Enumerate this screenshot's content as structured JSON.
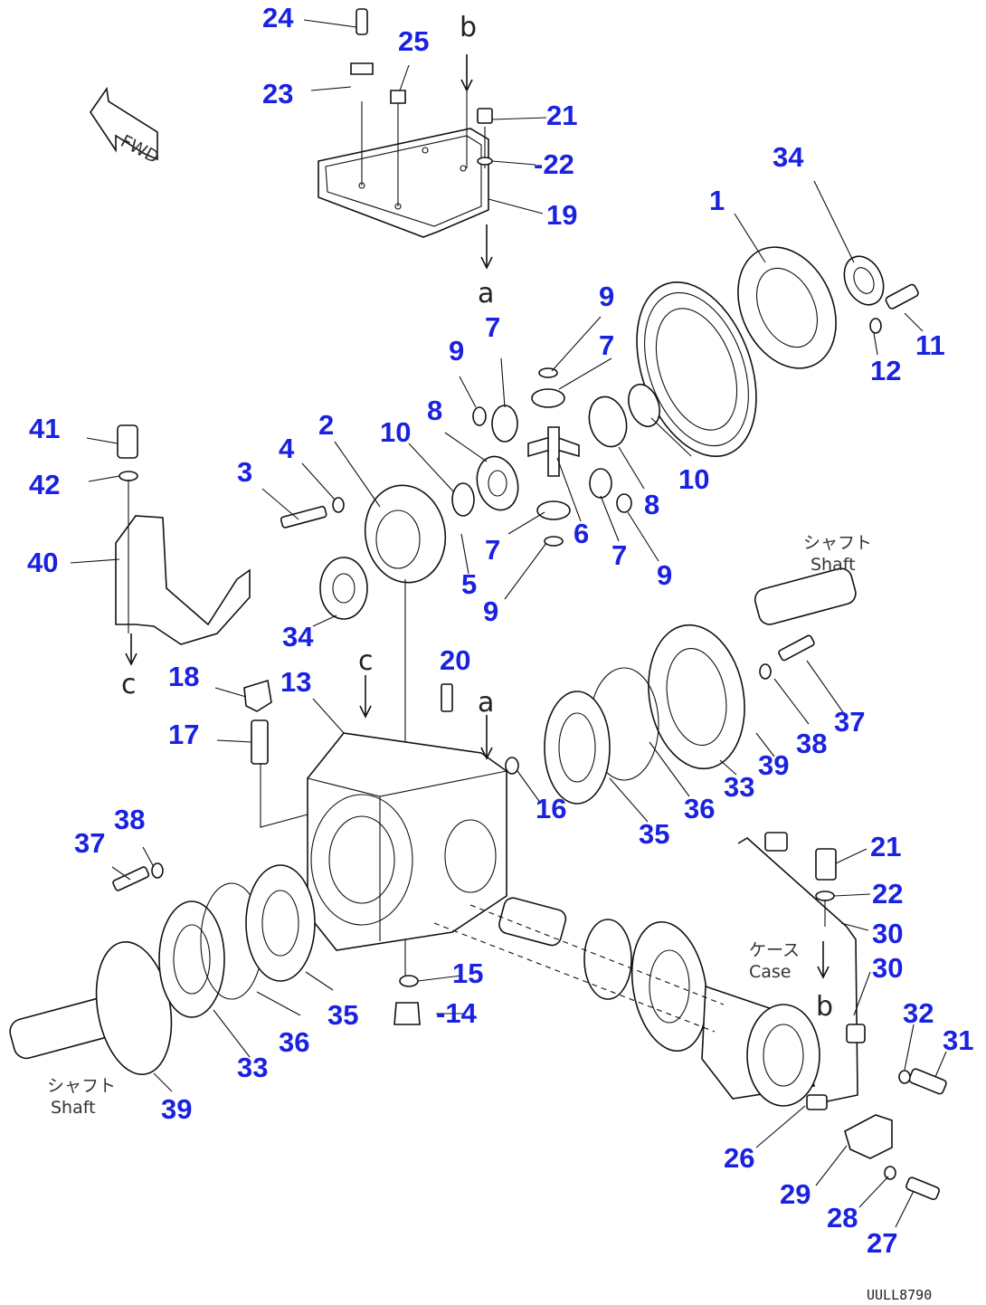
{
  "callouts": [
    {
      "id": "24",
      "text": "24"
    },
    {
      "id": "25",
      "text": "25"
    },
    {
      "id": "23",
      "text": "23"
    },
    {
      "id": "21a",
      "text": "21"
    },
    {
      "id": "22a",
      "text": "-22"
    },
    {
      "id": "19",
      "text": "19"
    },
    {
      "id": "34a",
      "text": "34"
    },
    {
      "id": "1",
      "text": "1"
    },
    {
      "id": "11",
      "text": "11"
    },
    {
      "id": "12",
      "text": "12"
    },
    {
      "id": "9a",
      "text": "9"
    },
    {
      "id": "7a",
      "text": "7"
    },
    {
      "id": "9b",
      "text": "9"
    },
    {
      "id": "7b",
      "text": "7"
    },
    {
      "id": "8a",
      "text": "8"
    },
    {
      "id": "10a",
      "text": "10"
    },
    {
      "id": "2",
      "text": "2"
    },
    {
      "id": "10b",
      "text": "10"
    },
    {
      "id": "8b",
      "text": "8"
    },
    {
      "id": "41",
      "text": "41"
    },
    {
      "id": "42",
      "text": "42"
    },
    {
      "id": "3",
      "text": "3"
    },
    {
      "id": "4",
      "text": "4"
    },
    {
      "id": "6",
      "text": "6"
    },
    {
      "id": "7c",
      "text": "7"
    },
    {
      "id": "7d",
      "text": "7"
    },
    {
      "id": "9c",
      "text": "9"
    },
    {
      "id": "40",
      "text": "40"
    },
    {
      "id": "5",
      "text": "5"
    },
    {
      "id": "9d",
      "text": "9"
    },
    {
      "id": "34b",
      "text": "34"
    },
    {
      "id": "20",
      "text": "20"
    },
    {
      "id": "18",
      "text": "18"
    },
    {
      "id": "13",
      "text": "13"
    },
    {
      "id": "17",
      "text": "17"
    },
    {
      "id": "37a",
      "text": "37"
    },
    {
      "id": "38a",
      "text": "38"
    },
    {
      "id": "39a",
      "text": "39"
    },
    {
      "id": "33a",
      "text": "33"
    },
    {
      "id": "36a",
      "text": "36"
    },
    {
      "id": "16",
      "text": "16"
    },
    {
      "id": "35a",
      "text": "35"
    },
    {
      "id": "38b",
      "text": "38"
    },
    {
      "id": "37b",
      "text": "37"
    },
    {
      "id": "21b",
      "text": "21"
    },
    {
      "id": "22b",
      "text": "22"
    },
    {
      "id": "30a",
      "text": "30"
    },
    {
      "id": "30b",
      "text": "30"
    },
    {
      "id": "15",
      "text": "15"
    },
    {
      "id": "14",
      "text": "-14"
    },
    {
      "id": "35b",
      "text": "35"
    },
    {
      "id": "36b",
      "text": "36"
    },
    {
      "id": "33b",
      "text": "33"
    },
    {
      "id": "39b",
      "text": "39"
    },
    {
      "id": "32",
      "text": "32"
    },
    {
      "id": "31",
      "text": "31"
    },
    {
      "id": "26",
      "text": "26"
    },
    {
      "id": "29",
      "text": "29"
    },
    {
      "id": "28",
      "text": "28"
    },
    {
      "id": "27",
      "text": "27"
    }
  ],
  "notes": {
    "shaft_right_jp": "シャフト",
    "shaft_right_en": "Shaft",
    "shaft_left_jp": "シャフト",
    "shaft_left_en": "Shaft",
    "case_jp": "ケース",
    "case_en": "Case",
    "fwd": "FWD"
  },
  "letters": {
    "b_top": "b",
    "a_top": "a",
    "c_left": "c",
    "c_mid": "c",
    "a_mid": "a",
    "b_right": "b"
  },
  "drawing_code": "UULL8790"
}
